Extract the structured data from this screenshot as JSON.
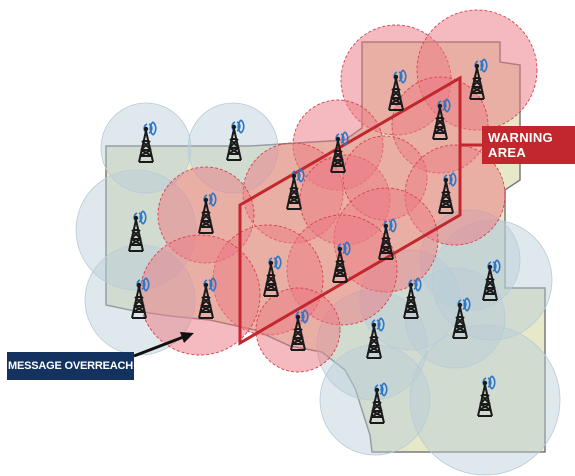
{
  "labels": {
    "warning_area_line1": "WARNING",
    "warning_area_line2": "AREA",
    "message_overreach": "MESSAGE OVERREACH"
  },
  "colors": {
    "county_fill": "#e6e8c8",
    "county_outline": "#7a7a7a",
    "blue_coverage": "#b8cbd8",
    "red_coverage": "#ec7a84",
    "overlap_tint": "#f8ecbe",
    "warning_polygon": "#c1272d",
    "warning_label_bg": "#c1272d",
    "overreach_label_bg": "#14325f",
    "tower": "#1a1a1a",
    "signal_waves": "#2c78c8"
  },
  "icons": {
    "tower": "cell-tower-icon",
    "arrow": "arrow-icon"
  }
}
